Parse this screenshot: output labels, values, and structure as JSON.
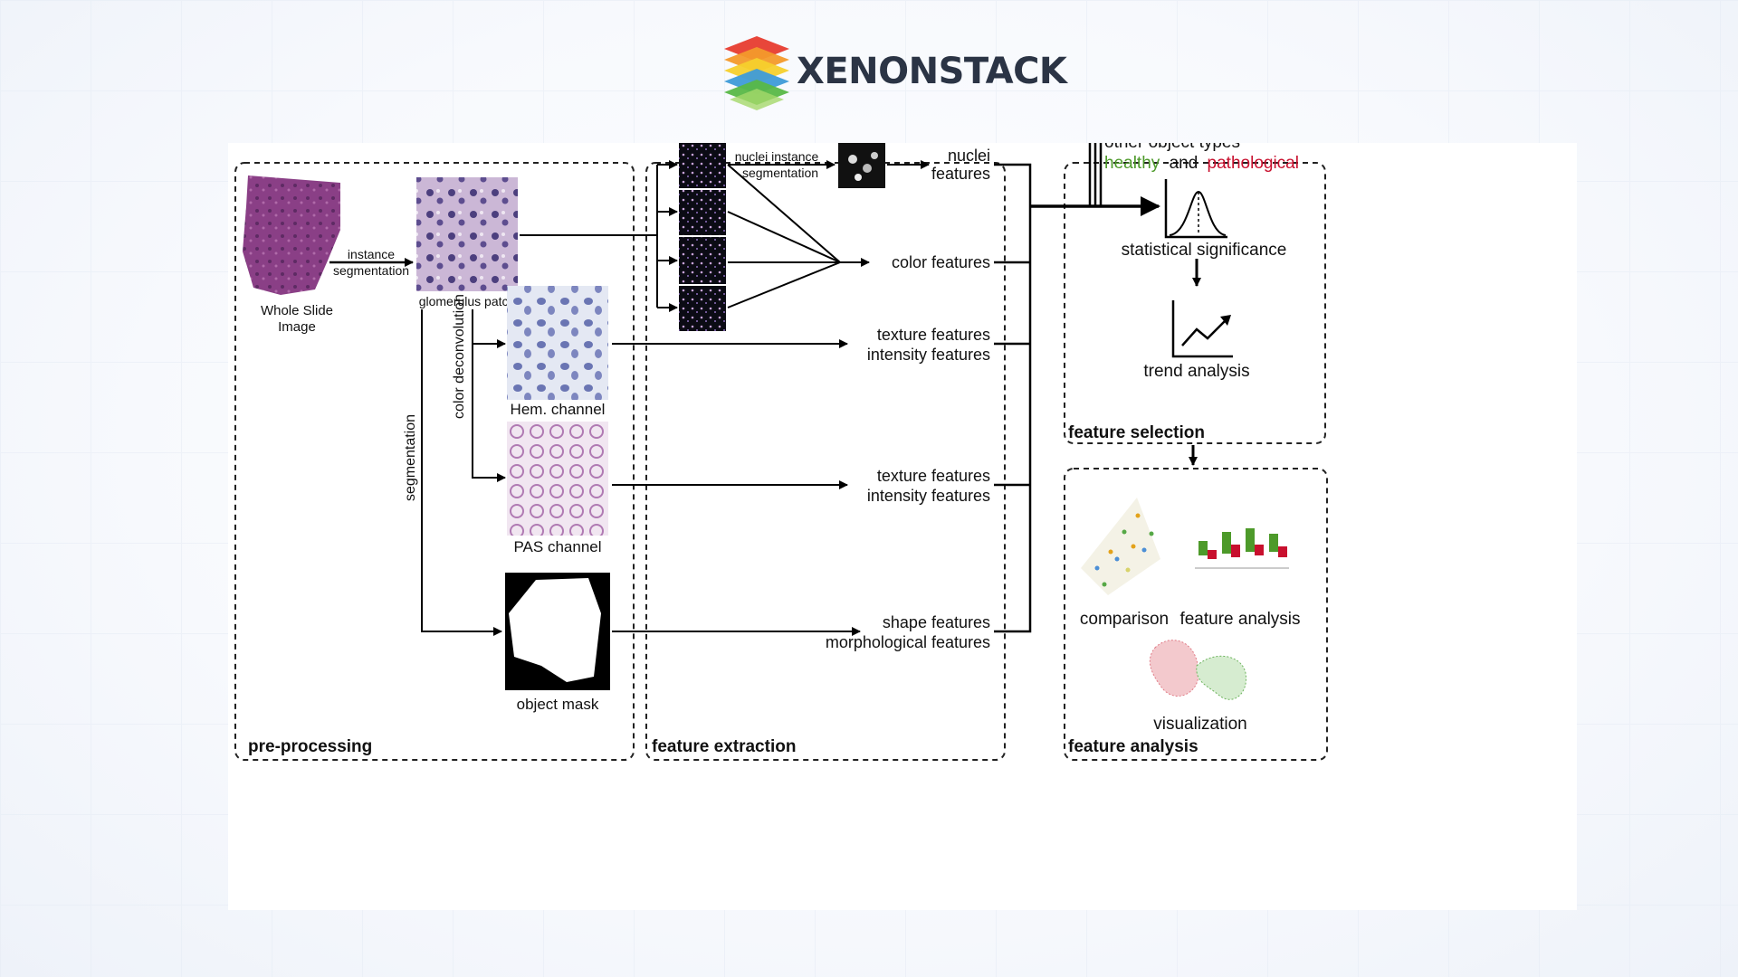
{
  "brand": {
    "name": "XENONSTACK",
    "logo_colors": [
      "#e8463a",
      "#f39a2b",
      "#f5d02d",
      "#3e9bd8",
      "#58b847",
      "#a5d86a"
    ]
  },
  "diagram": {
    "sections": {
      "preprocessing": "pre-processing",
      "extraction": "feature extraction",
      "selection": "feature selection",
      "analysis": "feature analysis"
    },
    "preprocessing": {
      "wsi_line1": "Whole Slide",
      "wsi_line2": "Image",
      "arrow1_line1": "instance",
      "arrow1_line2": "segmentation",
      "patch_label": "glomerulus patch",
      "segmentation_label": "segmentation",
      "deconv_label": "color deconvolution",
      "hem_label": "Hem. channel",
      "pas_label": "PAS channel",
      "mask_label": "object mask"
    },
    "extraction": {
      "nuclei_arrow_line1": "nuclei instance",
      "nuclei_arrow_line2": "segmentation",
      "nuclei_line1": "nuclei",
      "nuclei_line2": "features",
      "color_features": "color features",
      "texture1_line1": "texture features",
      "texture1_line2": "intensity features",
      "texture2_line1": "texture features",
      "texture2_line2": "intensity features",
      "shape_line1": "shape features",
      "shape_line2": "morphological features"
    },
    "selection": {
      "other_objects": "other object types",
      "healthy": "healthy",
      "and": "and",
      "pathological": "pathological",
      "healthy_color": "#4d9a2a",
      "pathological_color": "#c8102e",
      "stat_sig": "statistical significance",
      "trend": "trend analysis"
    },
    "analysis": {
      "comparison": "comparison",
      "feature_analysis": "feature analysis",
      "visualization": "visualization"
    }
  }
}
